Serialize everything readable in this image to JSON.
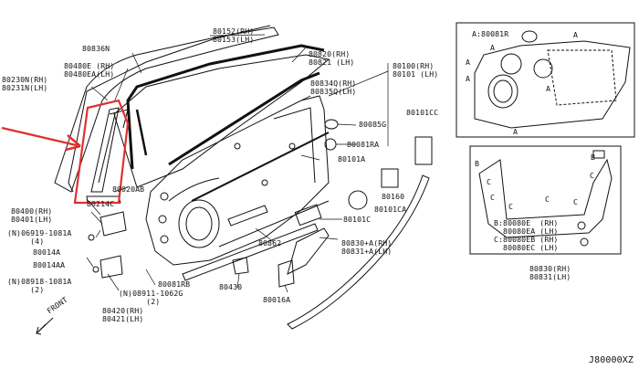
{
  "diagram": {
    "code": "J80000XZ",
    "front_label": "FRONT",
    "callout_color": "#e03030",
    "labels": [
      {
        "id": "p80836n",
        "text": "80836N"
      },
      {
        "id": "p80480e",
        "text": "80480E (RH)\n80480EA(LH)"
      },
      {
        "id": "p80230n",
        "text": "80230N(RH)\n80231N(LH)"
      },
      {
        "id": "p80152",
        "text": "80152(RH)\n80153(LH)"
      },
      {
        "id": "p80820",
        "text": "80820(RH)\n80821 (LH)"
      },
      {
        "id": "p80834q",
        "text": "80834Q(RH)\n80835Q(LH)"
      },
      {
        "id": "p80100",
        "text": "80100(RH)\n80101 (LH)"
      },
      {
        "id": "p80101cc",
        "text": "80101CC"
      },
      {
        "id": "p80085g",
        "text": "80085G"
      },
      {
        "id": "p80081ra",
        "text": "80081RA"
      },
      {
        "id": "p80101a",
        "text": "80101A"
      },
      {
        "id": "p80160",
        "text": "80160"
      },
      {
        "id": "p80101ca",
        "text": "80101CA"
      },
      {
        "id": "p80101c",
        "text": "80101C"
      },
      {
        "id": "p80020ab",
        "text": "80020AB"
      },
      {
        "id": "p80214c",
        "text": "80214C"
      },
      {
        "id": "p80400",
        "text": "80400(RH)\n80401(LH)"
      },
      {
        "id": "p06919",
        "text": "(N)06919-1081A\n     (4)"
      },
      {
        "id": "p80014a_1",
        "text": "80014A"
      },
      {
        "id": "p80014aa",
        "text": "80014AA"
      },
      {
        "id": "p08918",
        "text": "(N)08918-1081A\n     (2)"
      },
      {
        "id": "p08911",
        "text": "(N)08911-1062G\n      (2)"
      },
      {
        "id": "p80420",
        "text": "80420(RH)\n80421(LH)"
      },
      {
        "id": "p80081rb",
        "text": "80081RB"
      },
      {
        "id": "p80862",
        "text": "80862"
      },
      {
        "id": "p80830a",
        "text": "80830+A(RH)\n80831+A(LH)"
      },
      {
        "id": "p80430",
        "text": "80430"
      },
      {
        "id": "p80016a",
        "text": "80016A"
      },
      {
        "id": "p80830",
        "text": "80830(RH)\n80831(LH)"
      },
      {
        "id": "inset_a",
        "text": "A:80081R"
      },
      {
        "id": "inset_a1",
        "text": "A"
      },
      {
        "id": "inset_a2",
        "text": "A"
      },
      {
        "id": "inset_a3",
        "text": "A"
      },
      {
        "id": "inset_a4",
        "text": "A"
      },
      {
        "id": "inset_a5",
        "text": "A"
      },
      {
        "id": "inset_a6",
        "text": "A"
      },
      {
        "id": "inset_b1",
        "text": "B"
      },
      {
        "id": "inset_b2",
        "text": "B"
      },
      {
        "id": "inset_c1",
        "text": "C"
      },
      {
        "id": "inset_c2",
        "text": "C"
      },
      {
        "id": "inset_c3",
        "text": "C"
      },
      {
        "id": "inset_c4",
        "text": "C"
      },
      {
        "id": "inset_c5",
        "text": "C"
      },
      {
        "id": "inset_c6",
        "text": "C"
      },
      {
        "id": "inset_bc",
        "text": "B:80080E  (RH)\n  80080EA (LH)\nC:80080EB (RH)\n  80080EC (LH)"
      }
    ]
  }
}
